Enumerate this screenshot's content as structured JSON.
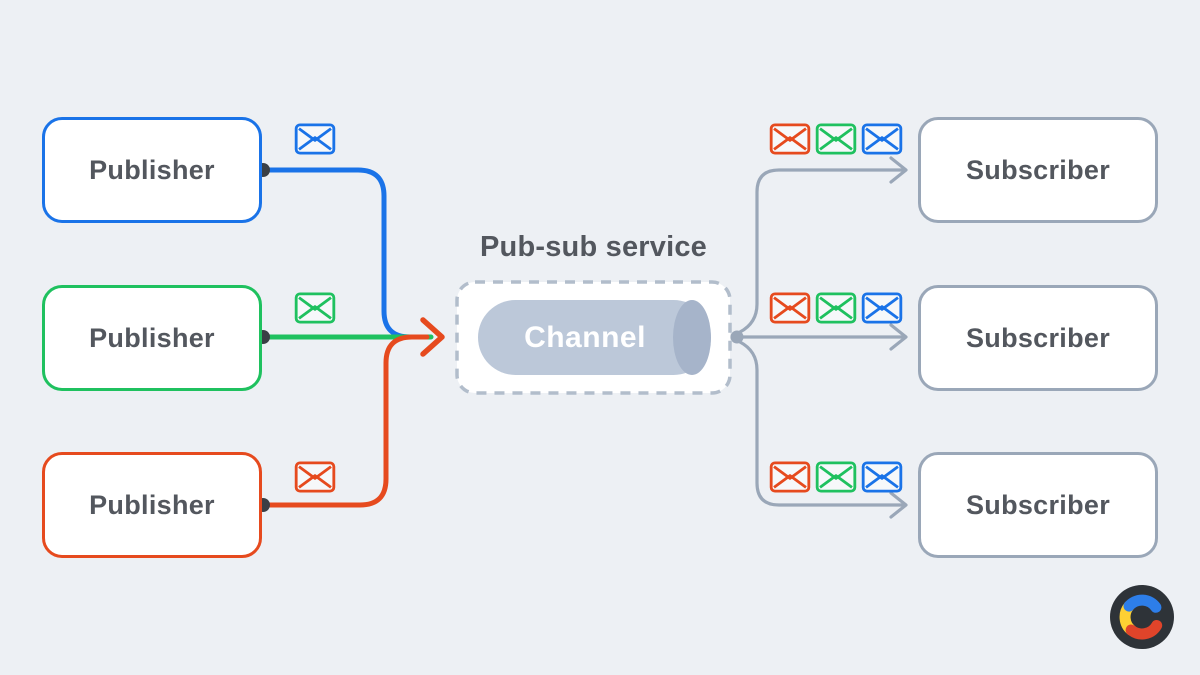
{
  "diagram": {
    "title": "Pub-sub service",
    "publishers": [
      {
        "label": "Publisher",
        "accent": "blue",
        "message_icon": "envelope-icon"
      },
      {
        "label": "Publisher",
        "accent": "green",
        "message_icon": "envelope-icon"
      },
      {
        "label": "Publisher",
        "accent": "orange",
        "message_icon": "envelope-icon"
      }
    ],
    "channel": {
      "label": "Channel"
    },
    "subscribers": [
      {
        "label": "Subscriber",
        "message_icons": [
          "orange",
          "green",
          "blue"
        ]
      },
      {
        "label": "Subscriber",
        "message_icons": [
          "orange",
          "green",
          "blue"
        ]
      },
      {
        "label": "Subscriber",
        "message_icons": [
          "orange",
          "green",
          "blue"
        ]
      }
    ],
    "colors": {
      "background": "#edf0f4",
      "accent_blue": "#1a73e8",
      "accent_green": "#1fc15f",
      "accent_orange": "#e64a1e",
      "line_gray": "#9aa7b8",
      "box_border_gray": "#9aa7b8",
      "dashed_border": "#b2bdcb",
      "cylinder_body": "#bcc8d9",
      "cylinder_cap": "#a6b4ca",
      "text": "#53575e",
      "dot": "#3a3f45",
      "logo_bg": "#2e3338",
      "logo_blue": "#2d7ee9",
      "logo_yellow": "#fdd033",
      "logo_red": "#e0442a"
    }
  }
}
